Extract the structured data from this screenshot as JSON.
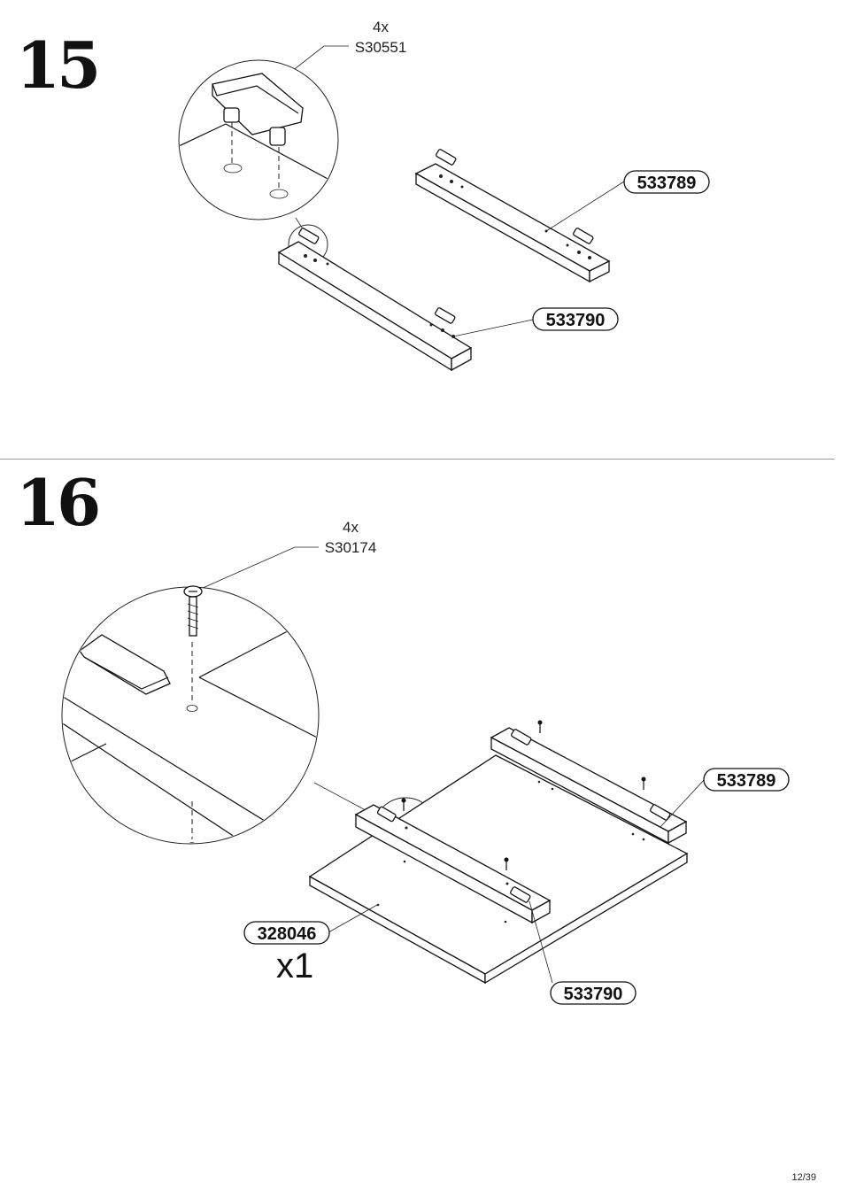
{
  "page": {
    "page_number": "12/39"
  },
  "steps": [
    {
      "number": "15",
      "hardware": {
        "quantity": "4x",
        "code": "S30551"
      },
      "parts": [
        "533789",
        "533790"
      ]
    },
    {
      "number": "16",
      "hardware": {
        "quantity": "4x",
        "code": "S30174"
      },
      "parts": [
        "533789",
        "533790",
        "328046"
      ],
      "panel_quantity": "x1"
    }
  ]
}
